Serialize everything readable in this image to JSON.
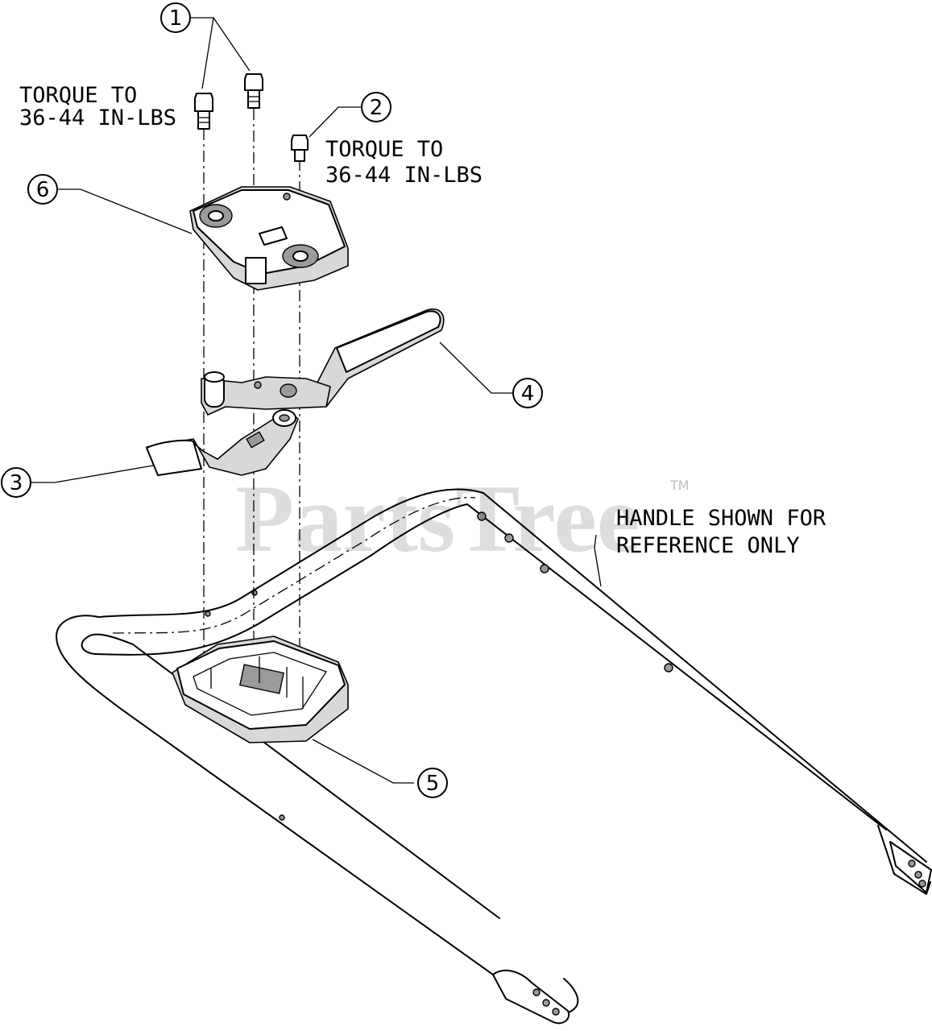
{
  "callouts": [
    {
      "number": "1"
    },
    {
      "number": "2"
    },
    {
      "number": "3"
    },
    {
      "number": "4"
    },
    {
      "number": "5"
    },
    {
      "number": "6"
    }
  ],
  "notes": {
    "torque_1_line1": "TORQUE TO",
    "torque_1_line2": "36-44 IN-LBS",
    "torque_2_line1": "TORQUE TO",
    "torque_2_line2": "36-44 IN-LBS",
    "handle_line1": "HANDLE SHOWN FOR",
    "handle_line2": "REFERENCE ONLY"
  },
  "watermark": {
    "text": "PartsTree",
    "trademark": "TM"
  }
}
